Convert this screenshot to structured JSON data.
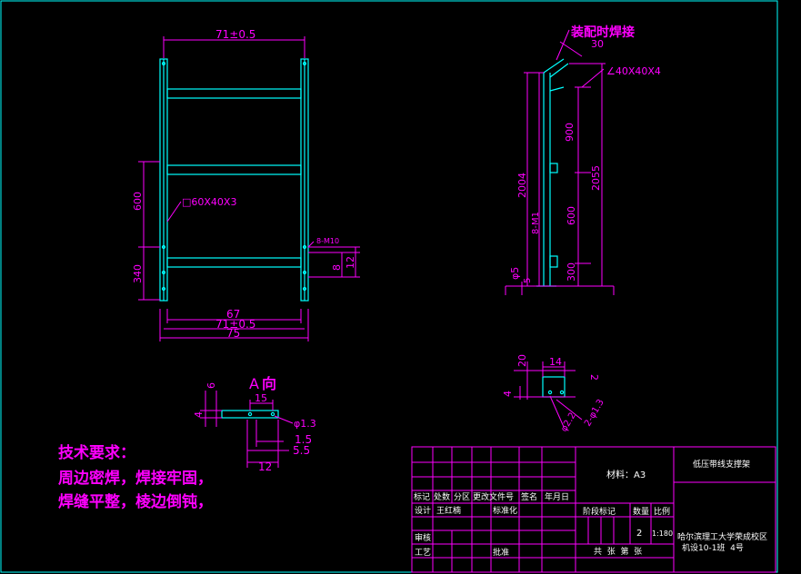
{
  "front_view": {
    "dim_top": "71±0.5",
    "dim_600": "600",
    "dim_340": "340",
    "profile": "□60X40X3",
    "bolt": "8-M10",
    "dim_8": "8",
    "dim_12": "12",
    "dim_67": "67",
    "dim_71": "71±0.5",
    "dim_75": "75"
  },
  "side_view": {
    "weld_note": "装配时焊接",
    "dim_30": "30",
    "angle_profile": "∠40X40X4",
    "dim_900": "900",
    "dim_2004": "2004",
    "dim_2055": "2055",
    "dim_600": "600",
    "dim_300": "300",
    "bolt": "8-M1",
    "dim_phi5": "φ5",
    "dim_5": "5"
  },
  "detail_a": {
    "title_letter": "A",
    "title_char": "向",
    "dim_15": "15",
    "dim_4": "4",
    "dim_6": "6",
    "dim_phi13": "φ1.3",
    "dim_15b": "1.5",
    "dim_55": "5.5",
    "dim_12": "12"
  },
  "detail_b": {
    "dim_20": "20",
    "dim_14": "14",
    "dim_2": "2",
    "dim_4": "4",
    "dim_phi22": "φ2.2",
    "dim_2phi13": "2-φ1.3"
  },
  "tech_requirements": {
    "title": "技术要求：",
    "line1": "周边密焊，焊接牢固，",
    "line2": "焊缝平整，棱边倒钝，"
  },
  "title_block": {
    "material": "材料：A3",
    "part_name": "低压带线支撑架",
    "headers": [
      "标记",
      "处数",
      "分区",
      "更改文件号",
      "签名",
      "年月日"
    ],
    "design_label": "设计",
    "designer": "王红楠",
    "standard_label": "标准化",
    "stage_mark": "阶段标记",
    "quantity_label": "数量",
    "scale_label": "比例",
    "quantity": "2",
    "scale": "1:180",
    "review_label": "审核",
    "process_label": "工艺",
    "approve_label": "批准",
    "sheets": "共  张  第  张",
    "company": "哈尔滨理工大学荣成校区",
    "class_no": "机设10-1班  4号"
  },
  "colors": {
    "background": "#000000",
    "lines": "#00ffff",
    "dims": "#ff00ff",
    "text_white": "#ffffff"
  }
}
